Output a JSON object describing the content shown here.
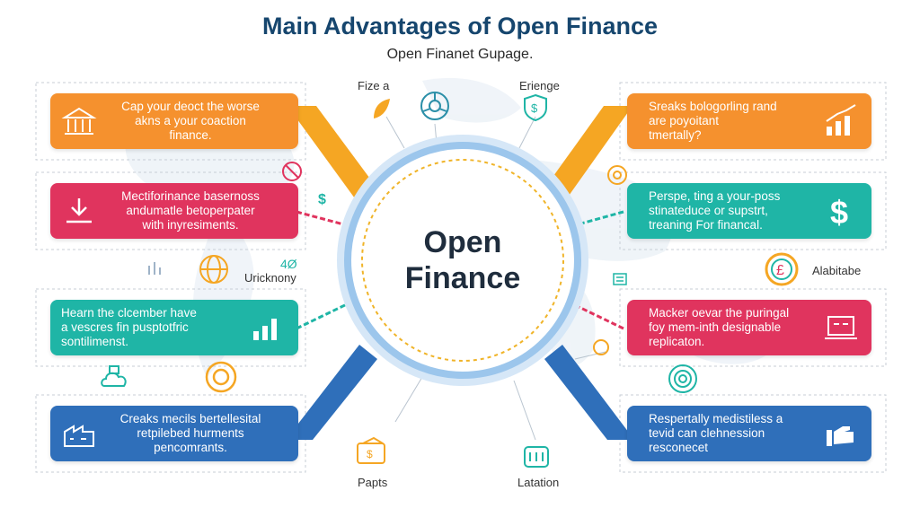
{
  "header": {
    "title": "Main Advantages of Open Finance",
    "subtitle": "Open Finanet Gupage."
  },
  "center": {
    "line1": "Open",
    "line2": "Finance"
  },
  "cards": {
    "left": [
      {
        "lines": [
          "Cap your deoct the worse",
          "akns a your coaction",
          "finance."
        ],
        "color": "#f5912e",
        "icon": "bank-icon"
      },
      {
        "lines": [
          "Mectiforinance basernoss",
          "andumatle betoperpater",
          "with inyresiments."
        ],
        "color": "#e0345e",
        "icon": "download-tray-icon"
      },
      {
        "lines": [
          "Hearn the clcember have",
          "a vescres fin pusptotfric",
          "sontilimenst."
        ],
        "color": "#1fb5a6",
        "icon": "bar-chart-icon"
      },
      {
        "lines": [
          "Creaks mecils bertellesital",
          "retpilebed hurments",
          "pencomrants."
        ],
        "color": "#2f6fba",
        "icon": "factory-icon"
      }
    ],
    "right": [
      {
        "lines": [
          "Sreaks bologorling rand",
          "are poyoitant",
          "tmertally?"
        ],
        "color": "#f5912e",
        "icon": "growth-chart-icon"
      },
      {
        "lines": [
          "Perspe, ting a your-poss",
          "stinateduce or supstrt,",
          "treaning For financal."
        ],
        "color": "#1fb5a6",
        "icon": "dollar-sign-icon"
      },
      {
        "lines": [
          "Macker oevar the puringal",
          "foy mem-inth designable",
          "replicaton."
        ],
        "color": "#e0345e",
        "icon": "laptop-icon"
      },
      {
        "lines": [
          "Respertally medistiless a",
          "tevid can clehnession",
          "resconecet"
        ],
        "color": "#2f6fba",
        "icon": "hand-card-icon"
      }
    ]
  },
  "labels": {
    "top_left": "Fize a",
    "top_right": "Erienge",
    "mid_left": "Uricknony",
    "mid_left_small": "4Ø",
    "mid_right": "Alabitabe",
    "bottom_left": "Papts",
    "bottom_right": "Latation",
    "dollar_small": "$"
  },
  "colors": {
    "title": "#16466e",
    "orange": "#f5912e",
    "pink": "#e0345e",
    "teal": "#1fb5a6",
    "blue": "#2f6fba",
    "ring": "#a9cdee",
    "dashed": "#f0b429"
  }
}
